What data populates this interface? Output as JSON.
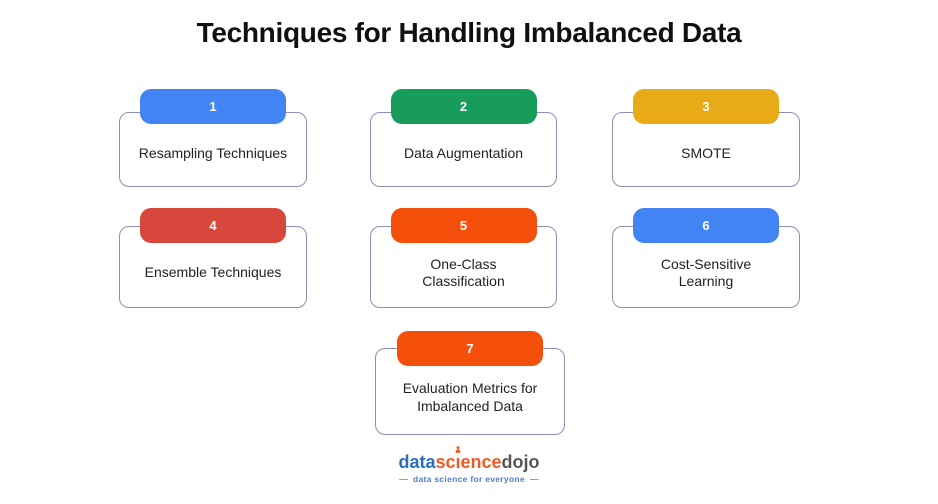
{
  "title": "Techniques for Handling Imbalanced Data",
  "cards": [
    {
      "number": "1",
      "label": "Resampling Techniques",
      "color": "#4284F3"
    },
    {
      "number": "2",
      "label": "Data Augmentation",
      "color": "#179C5B"
    },
    {
      "number": "3",
      "label": "SMOTE",
      "color": "#E8AB17"
    },
    {
      "number": "4",
      "label": "Ensemble Techniques",
      "color": "#D8473B"
    },
    {
      "number": "5",
      "label": "One-Class Classification",
      "color": "#F4500C"
    },
    {
      "number": "6",
      "label": "Cost-Sensitive Learning",
      "color": "#4284F3"
    },
    {
      "number": "7",
      "label": "Evaluation Metrics for Imbalanced Data",
      "color": "#F4500C"
    }
  ],
  "footer": {
    "logo": {
      "word1": "data",
      "word2_start": "sc",
      "word2_i": "ı",
      "word2_end": "ence",
      "word3": "dojo",
      "word1_color": "#2B6FC2",
      "word2_color": "#F05A28",
      "word3_color": "#55565A",
      "person_icon_color": "#F05A28"
    },
    "tagline": {
      "dash": "—",
      "text": "data science for everyone",
      "text_color": "#4D7ECF",
      "dash_color": "#F26A2A"
    }
  }
}
